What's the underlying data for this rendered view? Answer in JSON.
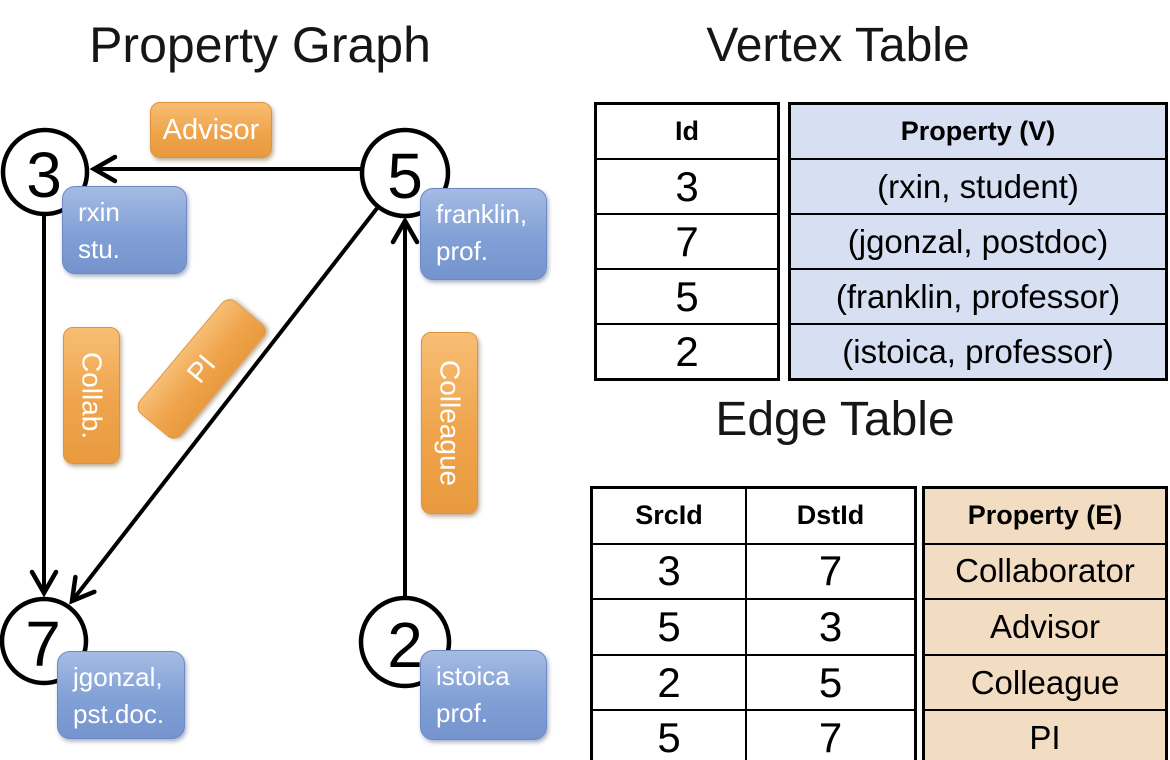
{
  "graph": {
    "title": "Property Graph",
    "nodes": [
      {
        "id": "3",
        "label": [
          "rxin",
          "stu."
        ]
      },
      {
        "id": "5",
        "label": [
          "franklin,",
          "prof."
        ]
      },
      {
        "id": "7",
        "label": [
          "jgonzal,",
          "pst.doc."
        ]
      },
      {
        "id": "2",
        "label": [
          "istoica",
          "prof."
        ]
      }
    ],
    "edge_labels": {
      "advisor": "Advisor",
      "collab": "Collab.",
      "pi": "PI",
      "colleague": "Colleague"
    }
  },
  "vertex_table": {
    "title": "Vertex Table",
    "id_header": "Id",
    "prop_header": "Property (V)",
    "rows": [
      {
        "id": "3",
        "prop": "(rxin, student)"
      },
      {
        "id": "7",
        "prop": "(jgonzal, postdoc)"
      },
      {
        "id": "5",
        "prop": "(franklin, professor)"
      },
      {
        "id": "2",
        "prop": "(istoica, professor)"
      }
    ]
  },
  "edge_table": {
    "title": "Edge Table",
    "src_header": "SrcId",
    "dst_header": "DstId",
    "prop_header": "Property (E)",
    "rows": [
      {
        "src": "3",
        "dst": "7",
        "prop": "Collaborator"
      },
      {
        "src": "5",
        "dst": "3",
        "prop": "Advisor"
      },
      {
        "src": "2",
        "dst": "5",
        "prop": "Colleague"
      },
      {
        "src": "5",
        "dst": "7",
        "prop": "PI"
      }
    ]
  },
  "colors": {
    "edge_label_orange": "#EFA44C",
    "vertex_box_blue": "#7E9CD3",
    "vertex_table_fill": "#D6E0F2",
    "edge_table_fill": "#F3DDC2"
  }
}
